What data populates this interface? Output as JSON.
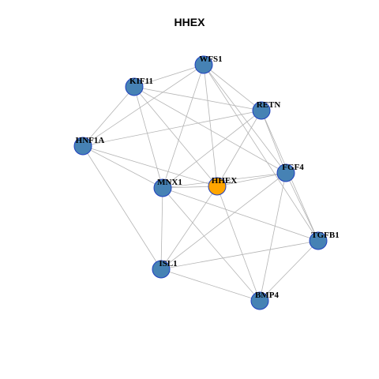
{
  "title": "HHEX",
  "colors": {
    "node_default": "#4682b4",
    "node_center": "#ffa500",
    "node_stroke": "#1f3fbf",
    "edge": "#b4b4b4"
  },
  "graph": {
    "center": "HHEX",
    "nodes": [
      "WFS1",
      "KIF11",
      "RETN",
      "HNF1A",
      "FGF4",
      "HHEX",
      "MNX1",
      "TGFB1",
      "ISL1",
      "BMP4"
    ],
    "edges": [
      [
        "WFS1",
        "KIF11"
      ],
      [
        "WFS1",
        "HNF1A"
      ],
      [
        "WFS1",
        "RETN"
      ],
      [
        "WFS1",
        "FGF4"
      ],
      [
        "WFS1",
        "HHEX"
      ],
      [
        "WFS1",
        "MNX1"
      ],
      [
        "WFS1",
        "TGFB1"
      ],
      [
        "KIF11",
        "HNF1A"
      ],
      [
        "KIF11",
        "RETN"
      ],
      [
        "KIF11",
        "FGF4"
      ],
      [
        "KIF11",
        "HHEX"
      ],
      [
        "KIF11",
        "MNX1"
      ],
      [
        "RETN",
        "HNF1A"
      ],
      [
        "RETN",
        "FGF4"
      ],
      [
        "RETN",
        "HHEX"
      ],
      [
        "RETN",
        "MNX1"
      ],
      [
        "RETN",
        "TGFB1"
      ],
      [
        "HNF1A",
        "MNX1"
      ],
      [
        "HNF1A",
        "HHEX"
      ],
      [
        "HNF1A",
        "ISL1"
      ],
      [
        "FGF4",
        "HHEX"
      ],
      [
        "FGF4",
        "MNX1"
      ],
      [
        "FGF4",
        "TGFB1"
      ],
      [
        "FGF4",
        "ISL1"
      ],
      [
        "FGF4",
        "BMP4"
      ],
      [
        "HHEX",
        "MNX1"
      ],
      [
        "HHEX",
        "ISL1"
      ],
      [
        "HHEX",
        "BMP4"
      ],
      [
        "MNX1",
        "ISL1"
      ],
      [
        "MNX1",
        "TGFB1"
      ],
      [
        "MNX1",
        "BMP4"
      ],
      [
        "ISL1",
        "TGFB1"
      ],
      [
        "ISL1",
        "BMP4"
      ],
      [
        "TGFB1",
        "BMP4"
      ]
    ]
  }
}
